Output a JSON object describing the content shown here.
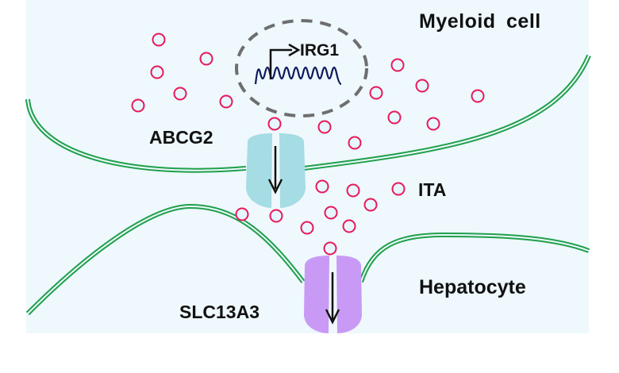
{
  "labels": {
    "myeloid_cell": "Myeloid cell",
    "gene": "IRG1",
    "exporter": "ABCG2",
    "metabolite": "ITA",
    "hepatocyte": "Hepatocyte",
    "importer": "SLC13A3"
  },
  "colors": {
    "background": "#eef8fd",
    "membrane": "#1fa04a",
    "molecule": "#e8195a",
    "molecule_fill": "#e6f6fc",
    "nucleus_dash": "#6e6e6e",
    "dna": "#0d1a5c",
    "abcg2": "#a6dce3",
    "slc13a3": "#c99af5",
    "arrow": "#111111"
  },
  "molecules": {
    "inside_myeloid_count": 15,
    "extracellular_count": 10,
    "near_importer_count": 1
  }
}
